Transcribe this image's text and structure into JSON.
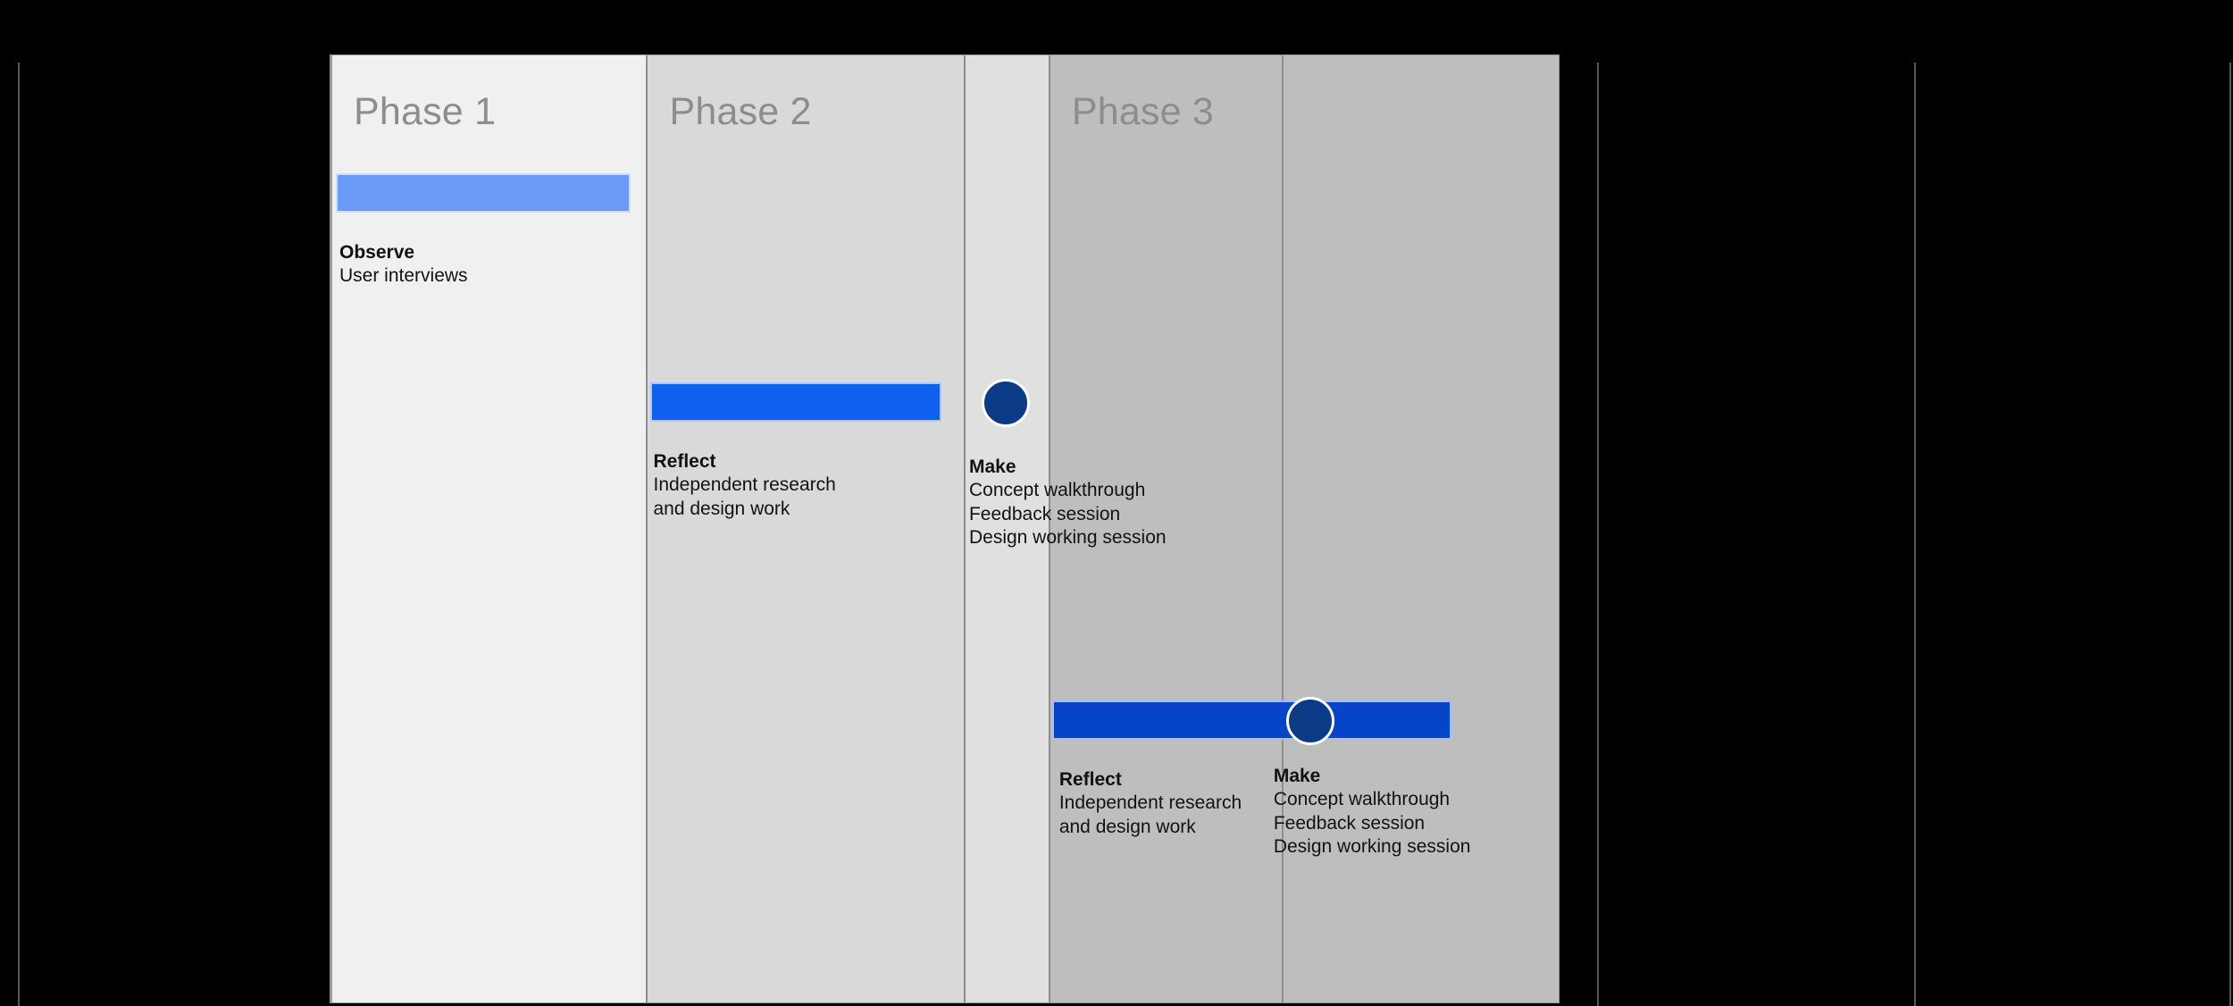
{
  "canvas": {
    "background": "#000000",
    "guide_color": "#5a5a5a"
  },
  "board": {
    "panel_border": "#9a9a9a",
    "columns": [
      {
        "id": "phase-1",
        "title": "Phase 1",
        "background": "#f0f0f0"
      },
      {
        "id": "phase-2",
        "title": "Phase 2",
        "background": "#d9d9d9"
      },
      {
        "id": "make-lane-1",
        "title": "",
        "background": "#e0e0e0"
      },
      {
        "id": "phase-3",
        "title": "Phase 3",
        "background": "#bebebe"
      },
      {
        "id": "phase-3-right",
        "title": "",
        "background": "#bebebe"
      }
    ],
    "entries": [
      {
        "id": "observe",
        "title": "Observe",
        "lines": [
          "User interviews"
        ],
        "marker": "bar",
        "marker_color": "#6b9bf7"
      },
      {
        "id": "reflect-phase-2",
        "title": "Reflect",
        "lines": [
          "Independent research",
          "and design work"
        ],
        "marker": "bar",
        "marker_color": "#1060f0"
      },
      {
        "id": "make-phase-2",
        "title": "Make",
        "lines": [
          "Concept walkthrough",
          "Feedback session",
          "Design working session"
        ],
        "marker": "circle",
        "marker_color": "#0b3a86"
      },
      {
        "id": "reflect-phase-3",
        "title": "Reflect",
        "lines": [
          "Independent research",
          "and design work"
        ],
        "marker": "bar",
        "marker_color": "#0645c8"
      },
      {
        "id": "make-phase-3",
        "title": "Make",
        "lines": [
          "Concept walkthrough",
          "Feedback session",
          "Design working session"
        ],
        "marker": "circle",
        "marker_color": "#0b3a86"
      }
    ]
  }
}
